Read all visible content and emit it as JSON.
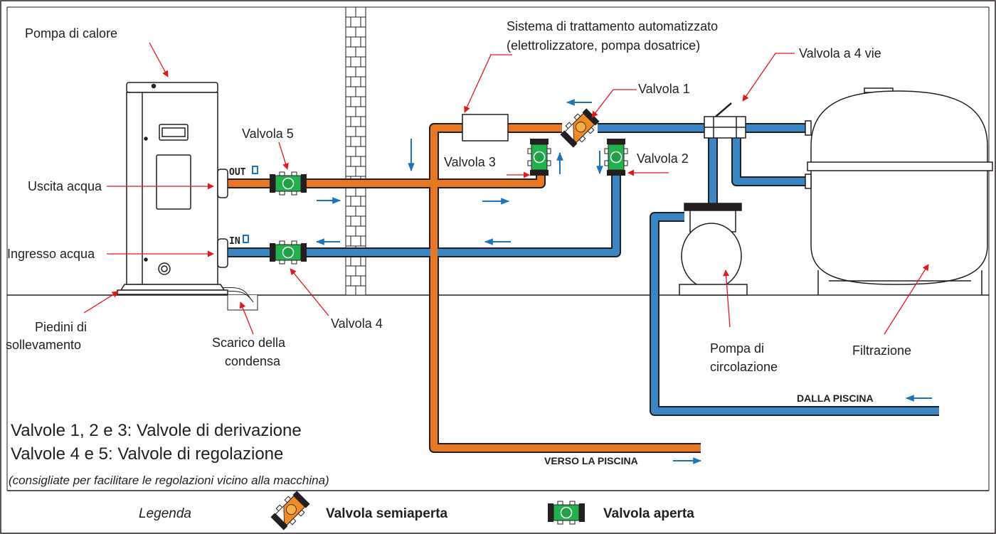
{
  "labels": {
    "heat_pump": "Pompa di calore",
    "treatment_line1": "Sistema di trattamento automatizzato",
    "treatment_line2": "(elettrolizzatore, pompa dosatrice)",
    "four_way_valve": "Valvola a 4 vie",
    "valve1": "Valvola 1",
    "valve2": "Valvola 2",
    "valve3": "Valvola 3",
    "valve4": "Valvola 4",
    "valve5": "Valvola 5",
    "water_out": "Uscita acqua",
    "water_in": "Ingresso acqua",
    "port_out": "OUT",
    "port_in": "IN",
    "feet_line1": "Piedini di",
    "feet_line2": "sollevamento",
    "drain_line1": "Scarico della",
    "drain_line2": "condensa",
    "circ_pump_line1": "Pompa di",
    "circ_pump_line2": "circolazione",
    "filtration": "Filtrazione",
    "from_pool": "DALLA PISCINA",
    "to_pool": "VERSO LA PISCINA"
  },
  "notes": {
    "line1": "Valvole 1, 2 e 3: Valvole di derivazione",
    "line2": "Valvole 4 e 5: Valvole di regolazione",
    "line3": "(consigliate per facilitare le regolazioni vicino alla macchina)"
  },
  "legend": {
    "title": "Legenda",
    "half_open": "Valvola semiaperta",
    "open": "Valvola aperta"
  },
  "colors": {
    "hot_pipe": "#e87722",
    "cold_pipe": "#3a85c4",
    "valve_open": "#22b14c",
    "valve_half": "#f08a24",
    "leader_line": "#e0191e",
    "flow_arrow": "#1b75bb"
  }
}
